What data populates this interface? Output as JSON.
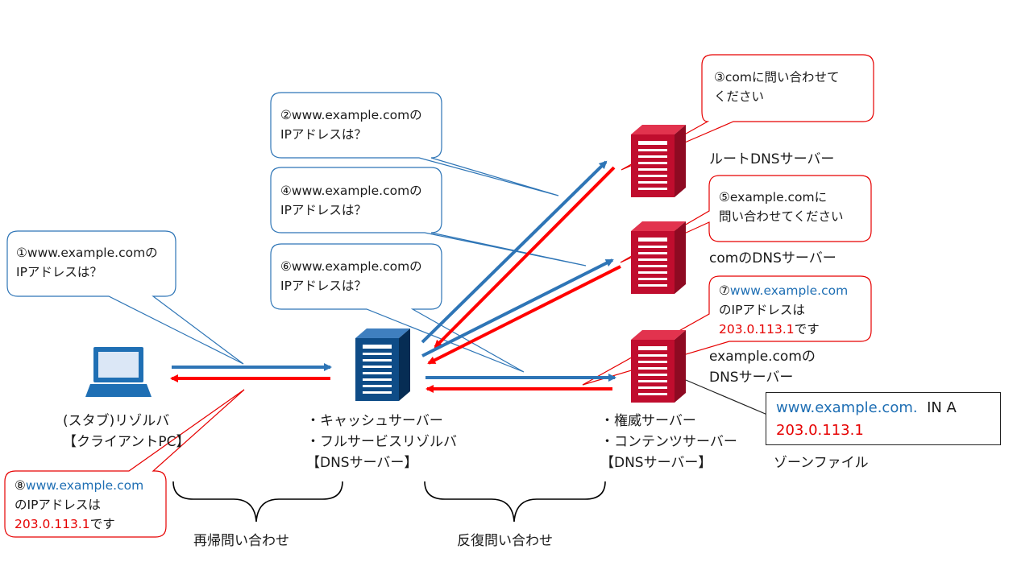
{
  "callouts": {
    "q1": {
      "line1": "①www.example.comの",
      "line2": "IPアドレスは？"
    },
    "q2": {
      "line1": "②www.example.comの",
      "line2": "IPアドレスは？"
    },
    "q4": {
      "line1": "④www.example.comの",
      "line2": "IPアドレスは？"
    },
    "q6": {
      "line1": "⑥www.example.comの",
      "line2": "IPアドレスは？"
    },
    "a3": {
      "line1": "③comに問い合わせて",
      "line2": "ください"
    },
    "a5": {
      "line1": "⑤example.comに",
      "line2": "問い合わせてください"
    },
    "a7": {
      "num": "⑦",
      "domain": "www.example.com",
      "line2": "のIPアドレスは",
      "ip": "203.0.113.1",
      "suffix": "です"
    },
    "a8": {
      "num": "⑧",
      "domain": "www.example.com",
      "line2": "のIPアドレスは",
      "ip": "203.0.113.1",
      "suffix": "です"
    }
  },
  "nodes": {
    "client": {
      "line1": "(スタブ)リゾルバ",
      "line2": "【クライアントPC】"
    },
    "cache": {
      "line1": "・キャッシュサーバー",
      "line2": "・フルサービスリゾルバ",
      "line3": "【DNSサーバー】"
    },
    "auth": {
      "line1": "・権威サーバー",
      "line2": "・コンテンツサーバー",
      "line3": "【DNSサーバー】"
    },
    "root": {
      "label": "ルートDNSサーバー"
    },
    "com": {
      "label": "comのDNSサーバー"
    },
    "example": {
      "line1": "example.comの",
      "line2": "DNSサーバー"
    }
  },
  "zone_file": {
    "record": "www.example.com.",
    "type": "IN A",
    "ip": "203.0.113.1",
    "caption": "ゾーンファイル"
  },
  "brackets": {
    "recursive": "再帰問い合わせ",
    "iterative": "反復問い合わせ"
  },
  "colors": {
    "query_arrow": "#2e75b6",
    "response_arrow": "#ff0000",
    "client_blue": "#1f6fb4",
    "server_red": "#c00d2e",
    "server_navy": "#0e4c87",
    "callout_blue_border": "#2e75b6",
    "callout_red_border": "#e60000"
  },
  "icons": {
    "client": "laptop-icon",
    "cache": "server-icon",
    "authoritative": "server-icon"
  }
}
